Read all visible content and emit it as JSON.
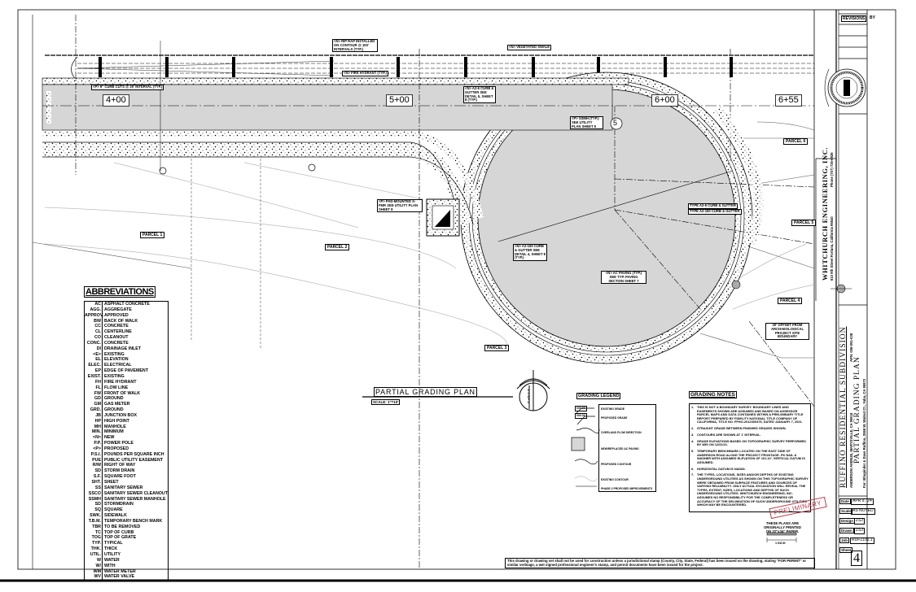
{
  "plan": {
    "title": "PARTIAL GRADING PLAN",
    "scale": "SCALE: 1\"=10'",
    "north_label": "NORTH",
    "stations": [
      "4+00",
      "5+00",
      "6+00",
      "6+55"
    ],
    "parcels": [
      "PARCEL 1",
      "PARCEL 2",
      "PARCEL 3",
      "PARCEL 4",
      "PARCEL 5",
      "PARCEL 6"
    ],
    "callouts": {
      "curb_cuts": "<P> 6\" CURB CUTS @ 20' INTERVAL (TYP.)",
      "rip_rap": "<N> RIP RAP INSTALLED ON CONTOUR @ 100' INTERVALS (TYP.)",
      "fire_hydrant": "<N> FIRE HYDRANT (TYP.)",
      "swale": "<N> VEGETATED SWALE",
      "curb_a26": "<N> A2-6 CURB & GUTTER SEE DETAIL 5, SHEET 8 (TYP.)",
      "ssmh": "<P> SSMH (TYP.) SEE UTILITY PLAN SHEET 8",
      "pad": "<P> PAD-MOUNTED X-FMR SEE UTILITY PLAN SHEET 8",
      "type_a26": "TYPE A2-6 CURB & GUTTER",
      "type_a2150": "TYPE A2-150 CURB & GUTTER",
      "curb_a2150": "<N> A2-150 CURB & GUTTER SEE DETAIL 4, SHEET 8 (TYP.)",
      "ac_paving": "<N> AC PAVING (TYP.) SEE TYP. PAVING SECTION SHEET 7",
      "offset": "20' OFFSET FROM ARCHAEOLOGICAL PROJECT SITE BOUNDARY",
      "ssmh_number": "5"
    }
  },
  "abbreviations": {
    "title": "ABBREVIATIONS",
    "items": [
      [
        "AC",
        "ASPHALT CONCRETE"
      ],
      [
        "AGG.",
        "AGGREGATE"
      ],
      [
        "APPROV.",
        "APPROVED"
      ],
      [
        "BW",
        "BACK OF WALK"
      ],
      [
        "CC",
        "CONCRETE"
      ],
      [
        "CL",
        "CENTERLINE"
      ],
      [
        "CO",
        "CLEANOUT"
      ],
      [
        "CONC.",
        "CONCRETE"
      ],
      [
        "DI",
        "DRAINAGE INLET"
      ],
      [
        "<E>",
        "EXISTING"
      ],
      [
        "EL",
        "ELEVATION"
      ],
      [
        "ELEC.",
        "ELECTRICAL"
      ],
      [
        "EP",
        "EDGE OF PAVEMENT"
      ],
      [
        "EXIST.",
        "EXISTING"
      ],
      [
        "FH",
        "FIRE HYDRANT"
      ],
      [
        "FL",
        "FLOW LINE"
      ],
      [
        "FW",
        "FRONT OF WALK"
      ],
      [
        "GD",
        "GROUND"
      ],
      [
        "GM",
        "GAS METER"
      ],
      [
        "GRD.",
        "GROUND"
      ],
      [
        "JB",
        "JUNCTION BOX"
      ],
      [
        "HP",
        "HIGH POINT"
      ],
      [
        "MH",
        "MANHOLE"
      ],
      [
        "MIN.",
        "MINIMUM"
      ],
      [
        "<N>",
        "NEW"
      ],
      [
        "P.P.",
        "POWER POLE"
      ],
      [
        "<P>",
        "PROPOSED"
      ],
      [
        "P.S.I.",
        "POUNDS PER SQUARE INCH"
      ],
      [
        "PUE",
        "PUBLIC UTILITY EASEMENT"
      ],
      [
        "R/W",
        "RIGHT OF WAY"
      ],
      [
        "SD",
        "STORM DRAIN"
      ],
      [
        "S.F.",
        "SQUARE FOOT"
      ],
      [
        "SHT.",
        "SHEET"
      ],
      [
        "SS",
        "SANITARY SEWER"
      ],
      [
        "SSCO",
        "SANITARY SEWER CLEANOUT"
      ],
      [
        "SSMH",
        "SANITARY SEWER MANHOLE"
      ],
      [
        "SD",
        "STORMDRAIN"
      ],
      [
        "SQ",
        "SQUARE"
      ],
      [
        "SWK.",
        "SIDEWALK"
      ],
      [
        "T.B.M.",
        "TEMPORARY BENCH MARK"
      ],
      [
        "TBR",
        "TO BE REMOVED"
      ],
      [
        "TC",
        "TOP OF CURB"
      ],
      [
        "TOG",
        "TOP OF GRATE"
      ],
      [
        "TYP.",
        "TYPICAL"
      ],
      [
        "THK.",
        "THICK"
      ],
      [
        "UTIL.",
        "UTILITY"
      ],
      [
        "W",
        "WATER"
      ],
      [
        "W/",
        "WITH"
      ],
      [
        "WM",
        "WATER METER"
      ],
      [
        "WV",
        "WATER VALVE"
      ]
    ]
  },
  "legend": {
    "title": "GRADING LEGEND",
    "items": [
      "EXISTING GRADE",
      "PROPOSED GRADE",
      "OVERLAND FLOW DIRECTION",
      "NEW/REPLACED AC PAVING",
      "PROPOSED CONTOUR",
      "EXISTING CONTOUR",
      "PHASE 2 PROPOSED IMPROVEMENTS"
    ],
    "sample_existing": "000.00",
    "sample_proposed": "000.00"
  },
  "notes": {
    "title": "GRADING NOTES",
    "items": [
      "THIS IS NOT A BOUNDARY SURVEY. BOUNDARY LINES AND EASEMENTS SHOWN ARE ASSUMED AND BASED ON ASSESSOR PARCEL MAPS AND DATA CONTAINED WITHIN A PRELIMINARY TITLE REPORT PREPARED BY FIDELITY NATIONAL TITLE COMPANY OF CALIFORNIA, TITLE NO. FFHO-2012300375, DATED JANUARY 7, 2021.",
      "STRAIGHT GRADE BETWEEN FINISHED GRADES SHOWN.",
      "CONTOURS ARE SHOWN AT 1' INTERVAL.",
      "GRADE ELEVATIONS BASED ON TOPOGRAPHIC SURVEY PERFORMED BY WEI ON 12/31/21.",
      "TEMPORARY BENCHMARK LOCATED ON THE EAST SIDE OF ANDERSON ROAD ALONG THE PROJECT FRONTAGE. PK NAIL & WASHER WITH ASSUMED ELEVATION OF 101.10'. VERTICAL DATUM IS ASSUMED.",
      "HORIZONTAL DATUM IS NAD83.",
      "THE TYPES, LOCATIONS, SIZES AND/OR DEPTHS OF EXISTING UNDERGROUND UTILITIES AS SHOWN ON THIS TOPOGRAPHIC SURVEY WERE OBTAINED FROM SURFACE FEATURES AND SOURCES OF VARYING RELIABILITY. ONLY ACTUAL EXCAVATION WILL REVEAL THE TYPES, EXTENT, SIZES, LOCATIONS AND DEPTHS OF SUCH UNDERGROUND UTILITIES. WHITCHURCH ENGINEERING, INC. ASSUMES NO RESPONSIBILITY FOR THE COMPLETENESS OR ACCURACY OF THE DELINEATION OF SUCH UNDERGROUND UTILITIES WHICH MAY BE ENCOUNTERED."
    ]
  },
  "stamp": "PRELIMINARY",
  "paper_note": "THESE PLANS ARE ORIGINALLY PRINTED ON 22\"x34\" PAPER.",
  "scale_bar_label": "1 INCH",
  "disclaimer": "This drawing or drawing set shall not be used for construction unless a jurisdictional stamp (County, City, State, Federal) has been issued on the drawing, stating \"FOR PERMIT\" or similar verbiage, a wet signed professional engineer's stamp, and permit documents have been issued for the project.",
  "title_block": {
    "revisions_label": "REVISIONS",
    "by_label": "BY",
    "company": "WHITCHURCH ENGINEERING, INC.",
    "company_address": "610 9th Street Fortuna, California 95540",
    "company_phone": "Phone (707) 725-6926",
    "project": "RUFFINO RESIDENTIAL SUBDIVISION",
    "project_address": "ANDERSON AVENUE, MARYSVILLE, CA 95918",
    "apn": "APN: 006-091-038",
    "sheet_title": "PARTIAL GRADING PLAN",
    "client": "For: Bhupinder & Dave Ruffino, 2068 W. Walnut Ct., Yuba, CA 95973",
    "fields": {
      "date_label": "Date",
      "date": "APR 9, '24",
      "scale_label": "Scale",
      "scale": "AS NOTED",
      "design_label": "Design",
      "design": "ZSJ",
      "drawn_label": "Drawn",
      "drawn": "ZSJ",
      "job_label": "Job",
      "job": "RUF2101.1",
      "sheet_label": "Sheet",
      "sheet": "4"
    }
  },
  "colors": {
    "paving": "#d6d6d6",
    "stamp": "#c0394b",
    "line": "#000000"
  }
}
